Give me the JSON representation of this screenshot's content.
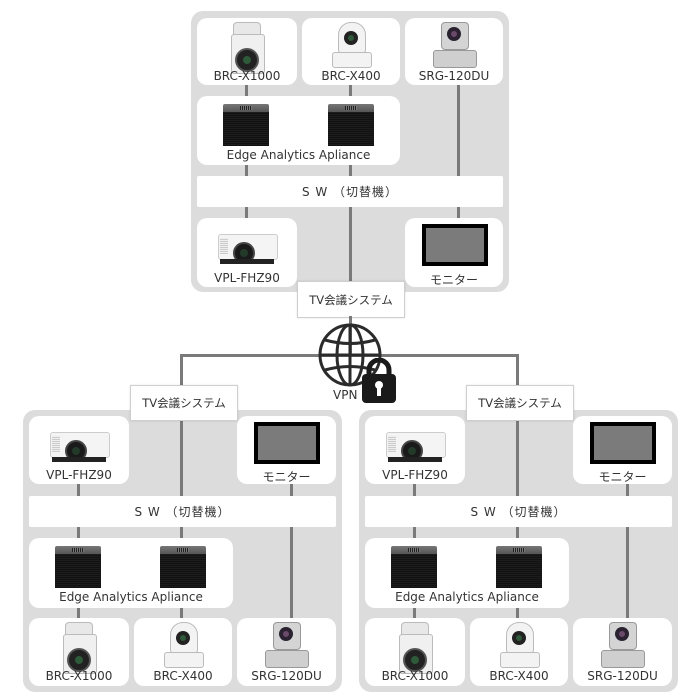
{
  "diagram": {
    "vpn": {
      "label": "VPN",
      "icons": [
        "globe-icon",
        "lock-icon"
      ]
    },
    "sites": [
      {
        "id": "top",
        "tv_system_label": "TV会議システム",
        "switch_label": "S W （切替機）",
        "edge_label": "Edge Analytics Apliance",
        "cameras": [
          {
            "label": "BRC-X1000",
            "icon": "ptz-camera-icon"
          },
          {
            "label": "BRC-X400",
            "icon": "dome-camera-icon"
          },
          {
            "label": "SRG-120DU",
            "icon": "ptz-camera-icon"
          }
        ],
        "projector_label": "VPL-FHZ90",
        "monitor_label": "モニター"
      },
      {
        "id": "bottom-left",
        "tv_system_label": "TV会議システム",
        "switch_label": "S W （切替機）",
        "edge_label": "Edge Analytics Apliance",
        "cameras": [
          {
            "label": "BRC-X1000",
            "icon": "ptz-camera-icon"
          },
          {
            "label": "BRC-X400",
            "icon": "dome-camera-icon"
          },
          {
            "label": "SRG-120DU",
            "icon": "ptz-camera-icon"
          }
        ],
        "projector_label": "VPL-FHZ90",
        "monitor_label": "モニター"
      },
      {
        "id": "bottom-right",
        "tv_system_label": "TV会議システム",
        "switch_label": "S W （切替機）",
        "edge_label": "Edge Analytics Apliance",
        "cameras": [
          {
            "label": "BRC-X1000",
            "icon": "ptz-camera-icon"
          },
          {
            "label": "BRC-X400",
            "icon": "dome-camera-icon"
          },
          {
            "label": "SRG-120DU",
            "icon": "ptz-camera-icon"
          }
        ],
        "projector_label": "VPL-FHZ90",
        "monitor_label": "モニター"
      }
    ]
  }
}
